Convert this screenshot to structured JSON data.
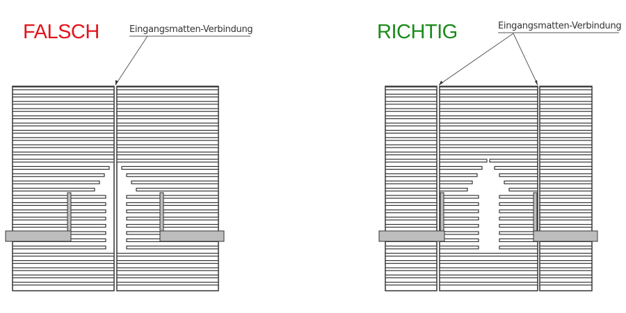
{
  "wrong": {
    "title": "FALSCH",
    "label": "Eingangsmatten-Verbindung",
    "color": "#e3141b"
  },
  "right": {
    "title": "RICHTIG",
    "label": "Eingangsmatten-Verbindung",
    "color": "#1a8a1a"
  },
  "colors": {
    "line": "#333333",
    "profile": "#bdbdbd"
  }
}
